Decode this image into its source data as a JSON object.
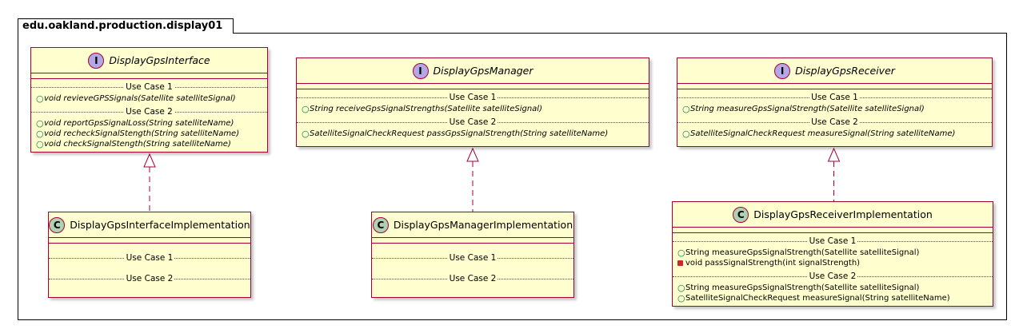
{
  "package": {
    "name": "edu.oakland.production.display01"
  },
  "interfaces": [
    {
      "id": "gps-interface",
      "stereotype": "I",
      "name": "DisplayGpsInterface",
      "sections": [
        {
          "label": "Use Case 1",
          "members": [
            {
              "vis": "+",
              "text": "void revieveGPSSignals(Satellite satelliteSignal)"
            }
          ]
        },
        {
          "label": "Use Case 2",
          "members": [
            {
              "vis": "+",
              "text": "void reportGpsSignalLoss(String satelliteName)"
            },
            {
              "vis": "+",
              "text": "void recheckSignalStength(String satelliteName)"
            },
            {
              "vis": "+",
              "text": "void checkSignalStength(String satelliteName)"
            }
          ]
        }
      ]
    },
    {
      "id": "gps-manager",
      "stereotype": "I",
      "name": "DisplayGpsManager",
      "sections": [
        {
          "label": "Use Case 1",
          "members": [
            {
              "vis": "+",
              "text": "String receiveGpsSignalStrengths(Satellite satelliteSignal)"
            }
          ]
        },
        {
          "label": "Use Case 2",
          "members": [
            {
              "vis": "+",
              "text": "SatelliteSignalCheckRequest passGpsSignalStrength(String satelliteName)"
            }
          ]
        }
      ]
    },
    {
      "id": "gps-receiver",
      "stereotype": "I",
      "name": "DisplayGpsReceiver",
      "sections": [
        {
          "label": "Use Case 1",
          "members": [
            {
              "vis": "+",
              "text": "String measureGpsSignalStrength(Satellite satelliteSignal)"
            }
          ]
        },
        {
          "label": "Use Case 2",
          "members": [
            {
              "vis": "+",
              "text": "SatelliteSignalCheckRequest measureSignal(String satelliteName)"
            }
          ]
        }
      ]
    }
  ],
  "classes": [
    {
      "id": "gps-interface-impl",
      "stereotype": "C",
      "name": "DisplayGpsInterfaceImplementation",
      "sections": [
        {
          "label": "Use Case 1",
          "members": []
        },
        {
          "label": "Use Case 2",
          "members": []
        }
      ]
    },
    {
      "id": "gps-manager-impl",
      "stereotype": "C",
      "name": "DisplayGpsManagerImplementation",
      "sections": [
        {
          "label": "Use Case 1",
          "members": []
        },
        {
          "label": "Use Case 2",
          "members": []
        }
      ]
    },
    {
      "id": "gps-receiver-impl",
      "stereotype": "C",
      "name": "DisplayGpsReceiverImplementation",
      "sections": [
        {
          "label": "Use Case 1",
          "members": [
            {
              "vis": "+",
              "text": "String measureGpsSignalStrength(Satellite satelliteSignal)"
            },
            {
              "vis": "-",
              "text": "void passSignalStrength(int signalStrength)"
            }
          ]
        },
        {
          "label": "Use Case 2",
          "members": [
            {
              "vis": "+",
              "text": "String measureGpsSignalStrength(Satellite satelliteSignal)"
            },
            {
              "vis": "+",
              "text": "SatelliteSignalCheckRequest measureSignal(String satelliteName)"
            }
          ]
        }
      ]
    }
  ],
  "relations": [
    {
      "type": "realization",
      "from": "gps-interface-impl",
      "to": "gps-interface"
    },
    {
      "type": "realization",
      "from": "gps-manager-impl",
      "to": "gps-manager"
    },
    {
      "type": "realization",
      "from": "gps-receiver-impl",
      "to": "gps-receiver"
    }
  ],
  "colors": {
    "class_fill": "#fefece",
    "class_border": "#a80036",
    "interface_badge": "#b4a7e5",
    "class_badge": "#add1b2",
    "public_vis": "#038048",
    "private_vis": "#c82930"
  }
}
